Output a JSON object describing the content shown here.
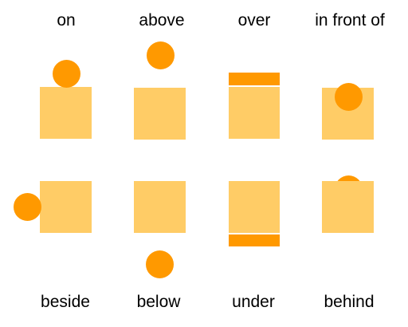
{
  "colors": {
    "box": "#ffcc66",
    "accent": "#ff9900",
    "separator": "#ffffff",
    "text": "#000000"
  },
  "labels": {
    "on": "on",
    "above": "above",
    "over": "over",
    "in_front_of": "in front of",
    "beside": "beside",
    "below": "below",
    "under": "under",
    "behind": "behind"
  }
}
